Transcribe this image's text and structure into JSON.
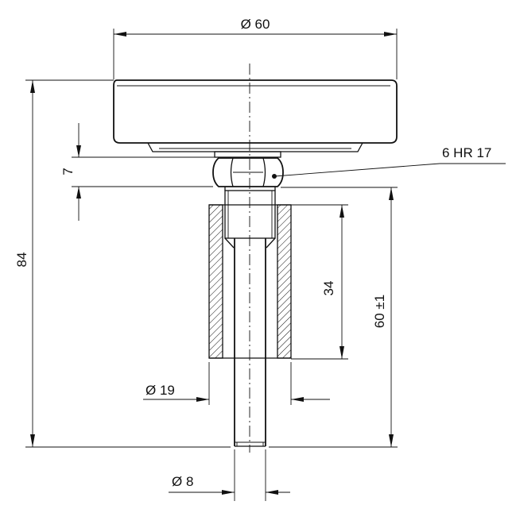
{
  "diagram": {
    "labels": {
      "dia_top": "Ø 60",
      "overall_height": "84",
      "nut_height": "7",
      "nut_spec": "6 HR 17",
      "sleeve_length": "34",
      "stem_length": "60 ±1",
      "dia_sleeve": "Ø 19",
      "dia_stem": "Ø 8"
    }
  }
}
